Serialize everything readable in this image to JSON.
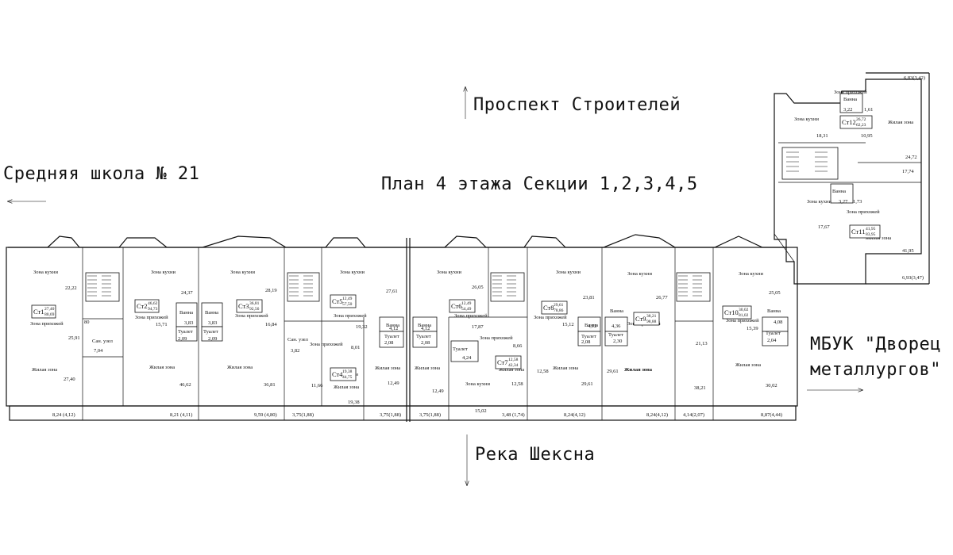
{
  "title": "План 4 этажа Секции 1,2,3,4,5",
  "street_top": "Проспект Строителей",
  "school": "Средняя школа № 21",
  "river": "Река Шексна",
  "palace": [
    "МБУК \"Дворец",
    "металлургов\""
  ],
  "room_types": {
    "kitchen": "Зона кухни",
    "hall": "Зона прихожей",
    "living": "Жилая зона",
    "living_bold": "Жилая зона",
    "bath": "Ванна",
    "toilet": "Туалет",
    "combined": "Сан. узел"
  },
  "apartments": [
    {
      "label": "Ст1",
      "areas": [
        "27,40",
        "80,69"
      ]
    },
    {
      "label": "Ст2",
      "areas": [
        "46,62",
        "94,73"
      ]
    },
    {
      "label": "Ст3",
      "areas": [
        "36,81",
        "92,56"
      ]
    },
    {
      "label": "Ст4",
      "areas": [
        "19,38",
        "44,75"
      ]
    },
    {
      "label": "Ст5",
      "areas": [
        "12,49",
        "57,50"
      ]
    },
    {
      "label": "Ст6",
      "areas": [
        "12,49",
        "54,49"
      ]
    },
    {
      "label": "Ст7",
      "areas": [
        "12,58",
        "42,34"
      ]
    },
    {
      "label": "Ст8",
      "areas": [
        "29,61",
        "78,86"
      ]
    },
    {
      "label": "Ст9",
      "areas": [
        "38,21",
        "98,88"
      ]
    },
    {
      "label": "Ст10",
      "areas": [
        "30,02",
        "81,02"
      ]
    },
    {
      "label": "Ст11",
      "areas": [
        "41,95",
        "83,95"
      ]
    },
    {
      "label": "Ст12",
      "areas": [
        "26,72",
        "62,23"
      ]
    }
  ],
  "areas": {
    "a1": [
      "22,22",
      "25,91",
      "7,04",
      "27,40",
      "80"
    ],
    "a2": [
      "24,37",
      "15,71",
      "3,83",
      "2,09",
      "46,62"
    ],
    "a3": [
      "28,19",
      "3,83",
      "2,09",
      "16,84",
      "36,81"
    ],
    "a4": [
      "3,82",
      "8,01",
      "11,66",
      "19,38"
    ],
    "a5": [
      "27,61",
      "19,32",
      "4,12",
      "2,08",
      "12,49"
    ],
    "a6": [
      "26,05",
      "4,12",
      "2,08",
      "17,87",
      "12,49"
    ],
    "a7": [
      "4,24",
      "8,66",
      "12,58",
      "15,02"
    ],
    "a8": [
      "23,81",
      "15,12",
      "4,12",
      "2,08",
      "12,58",
      "29,61"
    ],
    "a9": [
      "26,77",
      "4,36",
      "2,30",
      "29,61",
      "21,13",
      "38,21"
    ],
    "a10": [
      "25,05",
      "15,39",
      "4,08",
      "2,04",
      "30,02"
    ],
    "a11": [
      "3,27",
      "1,73",
      "17,67",
      "41,95",
      "17,74"
    ],
    "a12": [
      "3,22",
      "1,61",
      "18,31",
      "10,95",
      "24,72"
    ]
  },
  "balconies": [
    "8,24 (4,12)",
    "8,21 (4,11)",
    "9,59 (4,80)",
    "3,75(1,88)",
    "3,75(1,88)",
    "3,75(1,88)",
    "3,48 (1,74)",
    "8,24(4,12)",
    "8,24(4,12)",
    "4,14(2,07)",
    "8,87(4,44)",
    "6,93(3,47)",
    "6,83(3,42)"
  ],
  "colors": {
    "line": "#111111",
    "background": "#ffffff"
  }
}
